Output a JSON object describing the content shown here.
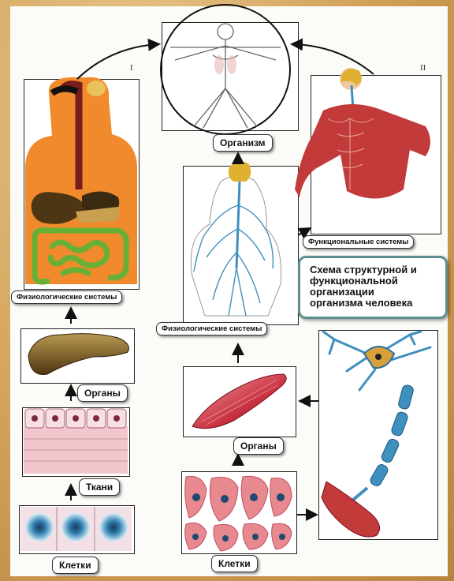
{
  "labels": {
    "organism": "Организм",
    "functional_systems": "Функциональные системы",
    "physiological_systems_left": "Физиологические системы",
    "physiological_systems_center": "Физиологические системы",
    "organs_left": "Органы",
    "organs_center": "Органы",
    "tissues": "Ткани",
    "cells_left": "Клетки",
    "cells_center": "Клетки"
  },
  "roman": {
    "left": "I",
    "right": "II"
  },
  "caption": {
    "line1": "Схема структурной и",
    "line2": "функциональной",
    "line3": "организации",
    "line4": "организма человека"
  },
  "colors": {
    "frame": "#d9b06a",
    "caption_border": "#5e8f90",
    "nerve": "#3f8fbf",
    "muscle": "#c23a3a",
    "organ": "#7a5a1e"
  }
}
